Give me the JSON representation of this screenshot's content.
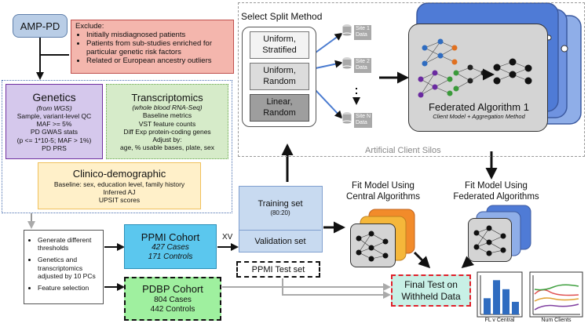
{
  "source": {
    "label": "AMP-PD"
  },
  "exclude": {
    "title": "Exclude:",
    "items": [
      "Initially misdiagnosed patients",
      "Patients from sub-studies enriched for particular genetic risk factors",
      "Related or European ancestry outliers"
    ]
  },
  "genetics": {
    "title": "Genetics",
    "subtitle": "(from WGS)",
    "lines": [
      "Sample, variant-level QC",
      "MAF >= 5%",
      "PD GWAS stats",
      "(p <= 1*10-5; MAF > 1%)",
      "PD PRS"
    ]
  },
  "transcriptomics": {
    "title": "Transcriptomics",
    "subtitle": "(whole blood RNA-Seq)",
    "lines": [
      "Baseline metrics",
      "VST feature counts",
      "Diff Exp protein-coding genes",
      "Adjust by:",
      "age, % usable bases, plate, sex"
    ]
  },
  "clinico": {
    "title": "Clinico-demographic",
    "lines": [
      "Baseline: sex, education level, family history",
      "Inferred AJ",
      "UPSIT scores"
    ]
  },
  "preprocess": {
    "items": [
      "Generate different thresholds",
      "Genetics and transcriptomics adjusted by 10 PCs",
      "Feature selection"
    ]
  },
  "ppmi_cohort": {
    "title": "PPMI Cohort",
    "cases": "427 Cases",
    "controls": "171 Controls"
  },
  "pdbp_cohort": {
    "title": "PDBP Cohort",
    "cases": "804 Cases",
    "controls": "442 Controls"
  },
  "xv_label": "XV",
  "training": {
    "label": "Training set",
    "ratio": "(80:20)",
    "validation": "Validation set"
  },
  "ppmi_test": "PPMI Test set",
  "split": {
    "title": "Select Split Method",
    "methods": [
      "Uniform, Stratified",
      "Uniform, Random",
      "Linear, Random"
    ]
  },
  "sites": [
    {
      "name": "Site 1",
      "sub": "Data"
    },
    {
      "name": "Site 2",
      "sub": "Data"
    },
    {
      "name": "Site N",
      "sub": "Data"
    }
  ],
  "federated": {
    "title": "Federated Algorithm 1",
    "subtitle": "Client Model + Aggregation Method"
  },
  "silos_label": "Artificial Client Silos",
  "fit_central": {
    "line1": "Fit Model Using",
    "line2": "Central Algorithms"
  },
  "fit_federated": {
    "line1": "Fit Model Using",
    "line2": "Federated Algorithms"
  },
  "final_test": {
    "line1": "Final Test on",
    "line2": "Withheld Data"
  },
  "mini_charts": [
    {
      "label": "FL v Central",
      "type": "bar",
      "values": [
        0.45,
        0.95,
        0.7,
        0.35
      ]
    },
    {
      "label": "Num Clients",
      "type": "line"
    }
  ],
  "colors": {
    "amp": "#b9cde6",
    "exclude_bg": "#f4b6ad",
    "exclude_border": "#c0504d",
    "genetics_bg": "#d5c8ec",
    "genetics_border": "#7030a0",
    "trans_bg": "#d6ebc9",
    "trans_border": "#6aa84f",
    "clinico_bg": "#fff0c9",
    "clinico_border": "#f0c15c",
    "blue_bg": "#c8daf0",
    "ppmi_bg": "#5bc7ee",
    "pdbp_bg": "#9ff09f",
    "final_bg": "#c8f0e6",
    "final_border": "#e0202a",
    "fed_stack": [
      "#4f7bd6",
      "#6f93e0",
      "#8faee8"
    ],
    "central_stack": [
      "#f28b2a",
      "#f5b73a"
    ]
  }
}
